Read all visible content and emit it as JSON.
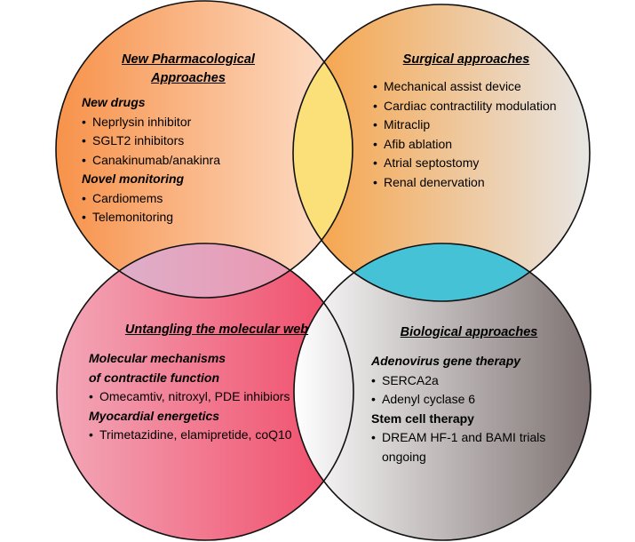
{
  "pharmacological": {
    "title_line1": "New Pharmacological",
    "title_line2": "Approaches",
    "groups": [
      {
        "heading": "New drugs",
        "items": [
          "Neprlysin inhibitor",
          "SGLT2 inhibitors",
          "Canakinumab/anakinra"
        ]
      },
      {
        "heading": "Novel monitoring",
        "items": [
          "Cardiomems",
          "Telemonitoring"
        ]
      }
    ],
    "color": "#f7a265"
  },
  "surgical": {
    "title": "Surgical approaches",
    "items": [
      "Mechanical assist device",
      "Cardiac contractility modulation",
      "Mitraclip",
      "Afib ablation",
      "Atrial septostomy",
      "Renal denervation"
    ],
    "color": "#f5a24e"
  },
  "molecular": {
    "title": "Untangling the molecular web",
    "groups": [
      {
        "heading_line1": "Molecular mechanisms",
        "heading_line2": "of contractile function",
        "items": [
          "Omecamtiv, nitroxyl, PDE inhibiors"
        ]
      },
      {
        "heading": "Myocardial energetics",
        "items": [
          "Trimetazidine, elamipretide, coQ10"
        ]
      }
    ],
    "color": "#f0637a"
  },
  "biological": {
    "title": "Biological approaches",
    "groups": [
      {
        "heading": "Adenovirus gene therapy",
        "items": [
          "SERCA2a",
          "Adenyl cyclase 6"
        ]
      },
      {
        "heading": "Stem cell therapy",
        "items": [
          "DREAM HF-1 and BAMI trials ongoing"
        ]
      }
    ],
    "color": "#8a7878"
  },
  "overlap_colors": {
    "pharm_surg": "#fbe07a",
    "pharm_mol": "#d8a8c8",
    "surg_bio": "#46c2d6"
  }
}
